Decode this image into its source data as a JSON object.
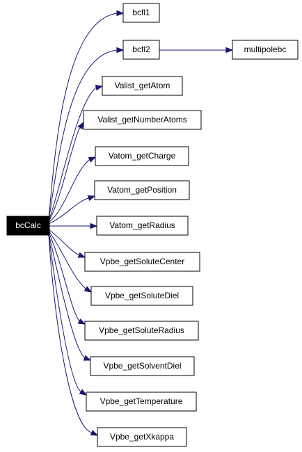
{
  "diagram": {
    "root": "bcCalc",
    "callees": [
      "bcfl1",
      "bcfl2",
      "Valist_getAtom",
      "Valist_getNumberAtoms",
      "Vatom_getCharge",
      "Vatom_getPosition",
      "Vatom_getRadius",
      "Vpbe_getSoluteCenter",
      "Vpbe_getSoluteDiel",
      "Vpbe_getSoluteRadius",
      "Vpbe_getSolventDiel",
      "Vpbe_getTemperature",
      "Vpbe_getXkappa"
    ],
    "secondary": {
      "from": "bcfl2",
      "to": "multipolebc"
    },
    "colors": {
      "edge": "#191970",
      "root_fill": "#000000",
      "root_text": "#ffffff",
      "node_fill": "#ffffff",
      "node_border": "#000000"
    }
  }
}
